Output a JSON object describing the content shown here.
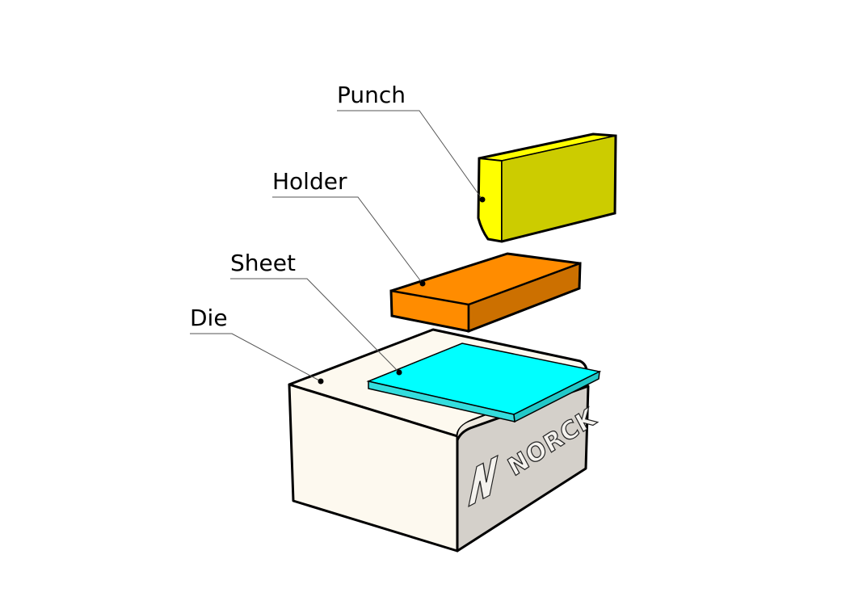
{
  "diagram": {
    "type": "exploded-view",
    "subject": "sheet metal bending tooling",
    "labels": {
      "punch": "Punch",
      "holder": "Holder",
      "sheet": "Sheet",
      "die": "Die"
    },
    "brand": {
      "logo_letter": "N",
      "logo_text": "NORCK"
    },
    "colors": {
      "punch_front": "#ffff00",
      "punch_side": "#cccc00",
      "holder_top": "#ff8c00",
      "holder_side": "#cc7000",
      "sheet_top": "#00ffff",
      "sheet_edge": "#33dddd",
      "die_front": "#fdf9ef",
      "die_side": "#d4d0ca",
      "leader_line": "#555555"
    }
  }
}
